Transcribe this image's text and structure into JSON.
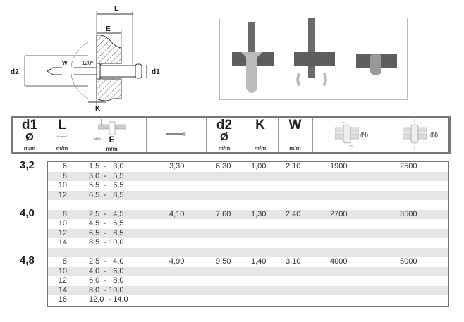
{
  "diagram": {
    "labels": {
      "L": "L",
      "E": "E",
      "K": "K",
      "W": "W",
      "d1": "d1",
      "d2": "d2",
      "angle": "120º"
    }
  },
  "header": {
    "d1": {
      "title": "d1",
      "symbol": "Ø",
      "unit": "m/m"
    },
    "L": {
      "title": "L",
      "note": "Nominal",
      "unit": "m/m"
    },
    "E": {
      "note": "MAX.",
      "title": "E",
      "unit": "m/m"
    },
    "d2": {
      "title": "d2",
      "symbol": "Ø",
      "unit": "m/m"
    },
    "K": {
      "title": "K",
      "unit": "m/m"
    },
    "W": {
      "title": "W",
      "unit": "m/m"
    },
    "shear": {
      "unit": "(N)"
    },
    "tensile": {
      "unit": "(N)"
    }
  },
  "groups": [
    {
      "d1": "3,2",
      "drill": "3,30",
      "d2": "6,30",
      "K": "1,00",
      "W": "2,10",
      "shear": "1900",
      "tensile": "2500",
      "rows": [
        {
          "L": "6",
          "E": "1,5  -   3,0"
        },
        {
          "L": "8",
          "E": "3,0  -   5,5"
        },
        {
          "L": "10",
          "E": "5,5  -   6,5"
        },
        {
          "L": "12",
          "E": "6,5  -   8,5"
        }
      ]
    },
    {
      "d1": "4,0",
      "drill": "4,10",
      "d2": "7,60",
      "K": "1,30",
      "W": "2,40",
      "shear": "2700",
      "tensile": "3500",
      "rows": [
        {
          "L": "8",
          "E": "2,5  -   4,5"
        },
        {
          "L": "10",
          "E": "4,5  -   6,5"
        },
        {
          "L": "12",
          "E": "6,5  -   8,5"
        },
        {
          "L": "14",
          "E": "8,5  - 10,0"
        }
      ]
    },
    {
      "d1": "4,8",
      "drill": "4,90",
      "d2": "9,50",
      "K": "1,40",
      "W": "3,10",
      "shear": "4000",
      "tensile": "5000",
      "rows": [
        {
          "L": "8",
          "E": "2,5  -   4,0"
        },
        {
          "L": "10",
          "E": "4,0  -   6,0"
        },
        {
          "L": "12",
          "E": "6,0  -   8,0"
        },
        {
          "L": "14",
          "E": "8,0  - 10,0"
        },
        {
          "L": "16",
          "E": "12,0  - 14,0"
        }
      ]
    }
  ]
}
